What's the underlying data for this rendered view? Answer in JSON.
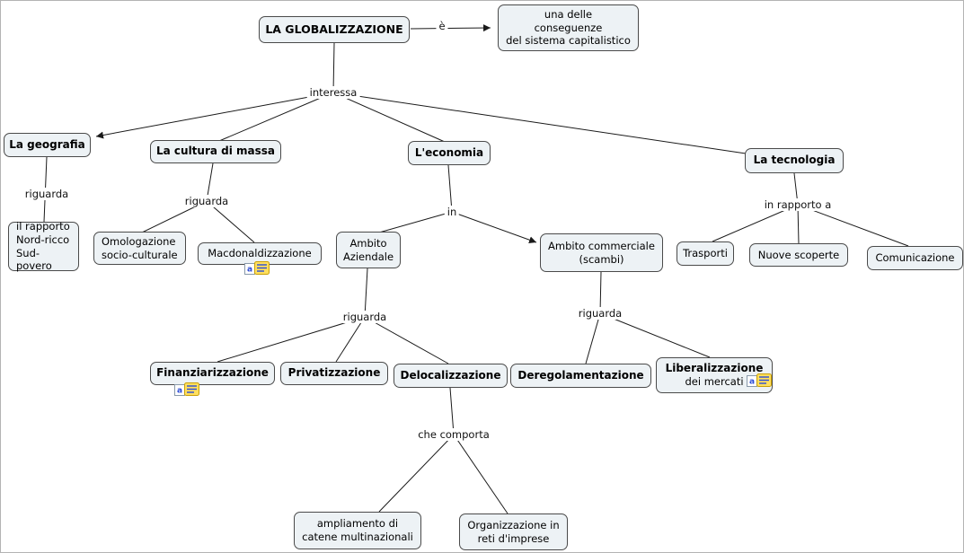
{
  "map": {
    "nodes": {
      "globalizzazione": "LA GLOBALIZZAZIONE",
      "conseguenza": "una delle\nconseguenze\ndel sistema capitalistico",
      "geografia": "La geografia",
      "cultura_di_massa": "La cultura di massa",
      "economia": "L'economia",
      "tecnologia": "La tecnologia",
      "rapporto_nord_sud": "il rapporto\nNord-ricco\nSud-povero",
      "omologazione": "Omologazione\nsocio-culturale",
      "macdonaldizzazione": "Macdonaldizzazione",
      "ambito_aziendale": "Ambito\nAziendale",
      "ambito_commerciale": "Ambito commerciale\n(scambi)",
      "trasporti": "Trasporti",
      "nuove_scoperte": "Nuove scoperte",
      "comunicazione": "Comunicazione",
      "finanziarizzazione": "Finanziarizzazione",
      "privatizzazione": "Privatizzazione",
      "delocalizzazione": "Delocalizzazione",
      "deregolamentazione": "Deregolamentazione",
      "liberalizzazione_title": "Liberalizzazione",
      "liberalizzazione_sub": "dei mercati",
      "ampliamento": "ampliamento di\ncatene multinazionali",
      "organizzazione": "Organizzazione in\nreti d'imprese"
    },
    "link_labels": {
      "e": "è",
      "interessa": "interessa",
      "riguarda_geografia": "riguarda",
      "riguarda_cultura": "riguarda",
      "in_economia": "in",
      "in_rapporto_a": "in rapporto a",
      "riguarda_aziendale": "riguarda",
      "riguarda_commerciale": "riguarda",
      "che_comporta": "che comporta"
    },
    "icons": {
      "resource_glyph": "a"
    },
    "colors": {
      "canvas_bg": "#ffffff",
      "node_fill": "#edf2f5",
      "node_border": "#4a4a4a",
      "edge": "#1a1a1a",
      "resource_icon_yellow": "#ffdf5e",
      "resource_icon_lines": "#2b4bd7"
    }
  }
}
